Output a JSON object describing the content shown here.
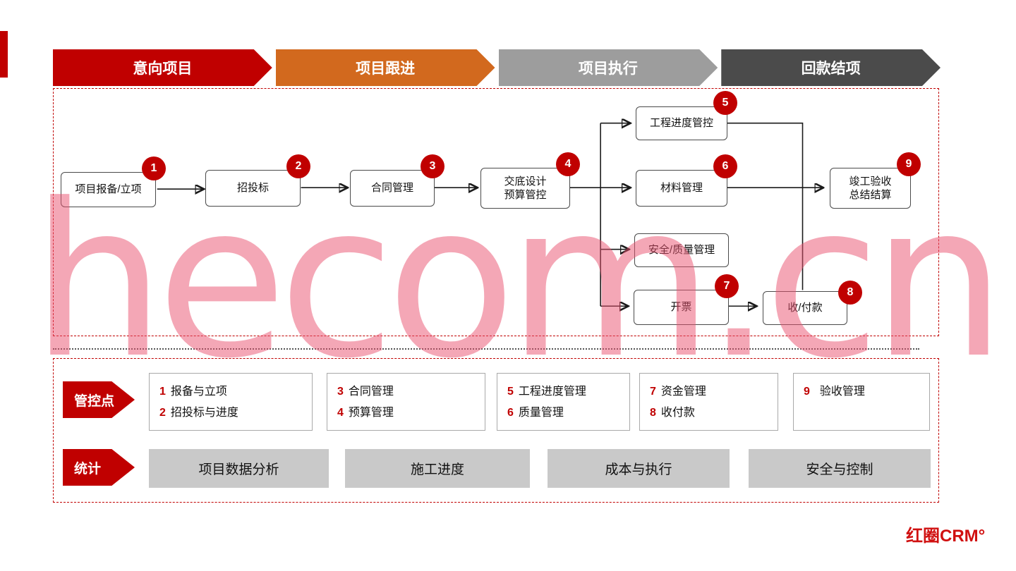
{
  "colors": {
    "phase1": "#c00000",
    "phase2": "#d2691e",
    "phase3": "#9d9d9d",
    "phase4": "#4b4b4b",
    "accent_red": "#c00000",
    "stat_gray": "#c9c9c9",
    "watermark_pink": "#ea506e"
  },
  "phases": [
    {
      "label": "意向项目"
    },
    {
      "label": "项目跟进"
    },
    {
      "label": "项目执行"
    },
    {
      "label": "回款结项"
    }
  ],
  "flow_nodes": [
    {
      "label": "项目报备/立项",
      "badge": "1"
    },
    {
      "label": "招投标",
      "badge": "2"
    },
    {
      "label": "合同管理",
      "badge": "3"
    },
    {
      "label": "交底设计\n预算管控",
      "badge": "4"
    },
    {
      "label": "工程进度管控",
      "badge": "5"
    },
    {
      "label": "材料管理",
      "badge": "6"
    },
    {
      "label": "安全/质量管理"
    },
    {
      "label": "开票",
      "badge": "7"
    },
    {
      "label": "收/付款",
      "badge": "8"
    },
    {
      "label": "竣工验收\n总结结算",
      "badge": "9"
    }
  ],
  "control_section": {
    "title": "管控点",
    "boxes": [
      {
        "items": [
          {
            "num": "1",
            "text": "报备与立项"
          },
          {
            "num": "2",
            "text": "招投标与进度"
          }
        ]
      },
      {
        "items": [
          {
            "num": "3",
            "text": "合同管理"
          },
          {
            "num": "4",
            "text": "预算管理"
          }
        ]
      },
      {
        "items": [
          {
            "num": "5",
            "text": "工程进度管理"
          },
          {
            "num": "6",
            "text": "质量管理"
          }
        ]
      },
      {
        "items": [
          {
            "num": "7",
            "text": "资金管理"
          },
          {
            "num": "8",
            "text": "收付款"
          }
        ]
      },
      {
        "items": [
          {
            "num": "9",
            "text": "验收管理"
          }
        ]
      }
    ]
  },
  "stats_section": {
    "title": "统计",
    "items": [
      "项目数据分析",
      "施工进度",
      "成本与执行",
      "安全与控制"
    ]
  },
  "watermark": "hecom.cn",
  "logo": "红圈CRM°"
}
